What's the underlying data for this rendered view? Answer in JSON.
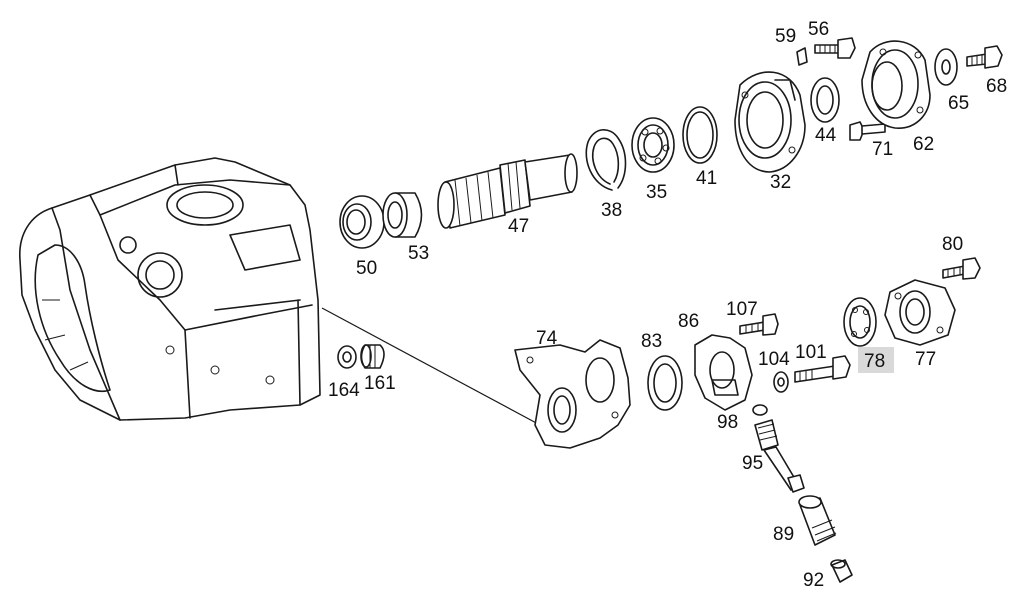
{
  "colors": {
    "line": "#1a1a1a",
    "background": "#ffffff",
    "highlight": "#d9d9d9"
  },
  "highlighted_part": "78",
  "callouts": {
    "c59": "59",
    "c56": "56",
    "c68": "68",
    "c65": "65",
    "c62": "62",
    "c44": "44",
    "c71": "71",
    "c32": "32",
    "c41": "41",
    "c35": "35",
    "c38": "38",
    "c47": "47",
    "c50": "50",
    "c53": "53",
    "c80": "80",
    "c107": "107",
    "c86": "86",
    "c74": "74",
    "c83": "83",
    "c104": "104",
    "c101": "101",
    "c78": "78",
    "c77": "77",
    "c98": "98",
    "c95": "95",
    "c89": "89",
    "c92": "92",
    "c164": "164",
    "c161": "161"
  }
}
